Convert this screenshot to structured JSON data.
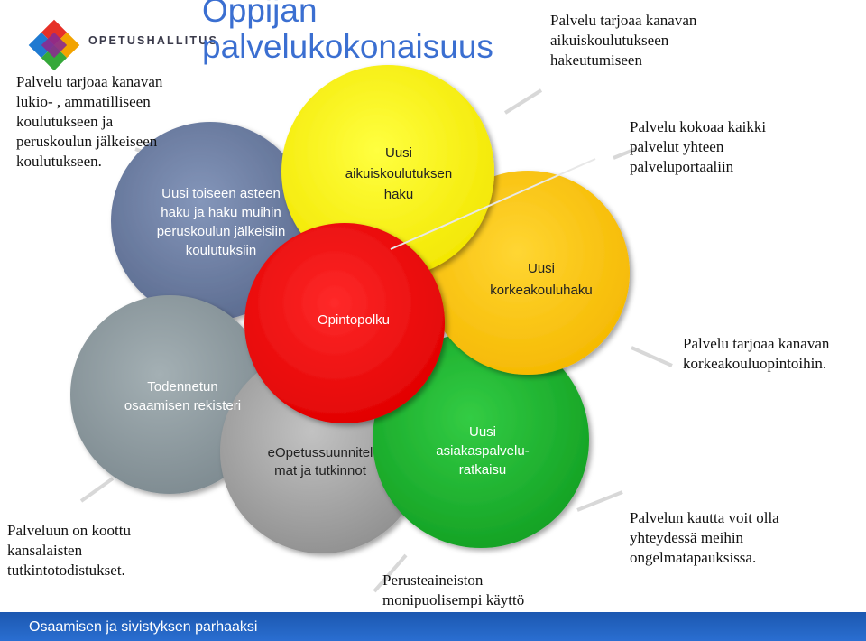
{
  "logo": {
    "text": "OPETUSHALLITUS",
    "icon": "diamond-logo-icon"
  },
  "title": "Oppijan palvelukokonaisuus",
  "notes": {
    "top_left": "Palvelu tarjoaa kanavan lukio- , ammatilliseen koulutukseen ja peruskoulun jälkeiseen koulutukseen.",
    "top_right": "Palvelu tarjoaa kanavan aikuiskoulutukseen hakeutumiseen",
    "right_1": "Palvelu kokoaa kaikki palvelut yhteen palveluportaaliin",
    "right_2": "Palvelu tarjoaa kanavan korkeakouluopintoihin.",
    "bottom_right": "Palvelun kautta voit olla yhteydessä meihin ongelmatapauksissa.",
    "bottom_center": "Perusteaineiston monipuolisempi käyttö ja hyödyntäminen",
    "bottom_left": "Palveluun on koottu kansalaisten tutkintotodistukset."
  },
  "circles": {
    "toinen_aste": {
      "line1": "Uusi toiseen asteen",
      "line2": "haku ja haku muihin",
      "line3": "peruskoulun jälkeisiin",
      "line4": "koulutuksiin",
      "color": "#6b7fa3"
    },
    "aikuis": {
      "line1": "Uusi",
      "line2": "aikuiskoulutuksen",
      "line3": "haku",
      "color": "#ffff00"
    },
    "korkea": {
      "line1": "Uusi",
      "line2": "korkeakouluhaku",
      "color": "#ffcc00"
    },
    "opintopolku": {
      "label": "Opintopolku",
      "color": "#ff0000"
    },
    "osaaminen": {
      "line1": "Todennetun",
      "line2": "osaamisen rekisteri",
      "color": "#8a979c"
    },
    "eopetus": {
      "line1": "eOpetussuunnitel",
      "line2": "mat ja tutkinnot",
      "color": "#a8a8a8"
    },
    "asiakas": {
      "line1": "Uusi",
      "line2": "asiakaspalvelu-",
      "line3": "ratkaisu",
      "color": "#1fb22e"
    }
  },
  "footer": {
    "text": "Osaamisen ja sivistyksen parhaaksi",
    "color": "#1f5fbf"
  }
}
